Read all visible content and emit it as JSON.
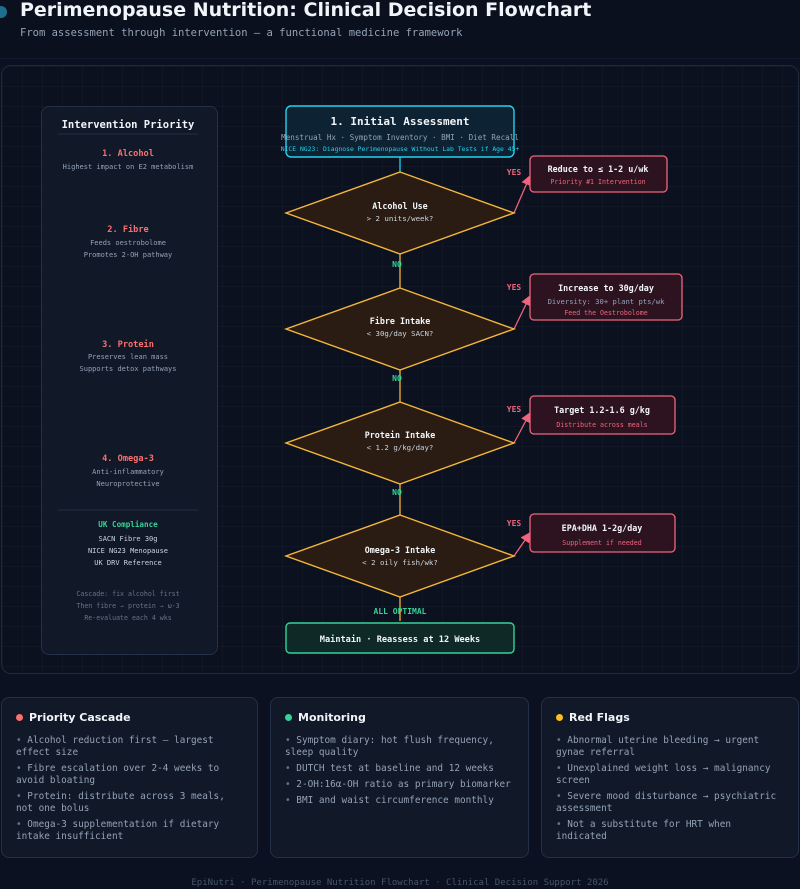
{
  "header": {
    "title": "Perimenopause Nutrition: Clinical Decision Flowchart",
    "subtitle": "From assessment through intervention — a functional medicine framework"
  },
  "priority_panel": {
    "heading": "Intervention Priority",
    "items": [
      {
        "title": "1. Alcohol",
        "lines": [
          "Highest impact on E2 metabolism"
        ]
      },
      {
        "title": "2. Fibre",
        "lines": [
          "Feeds oestrobolome",
          "Promotes 2-OH pathway"
        ]
      },
      {
        "title": "3. Protein",
        "lines": [
          "Preserves lean mass",
          "Supports detox pathways"
        ]
      },
      {
        "title": "4. Omega-3",
        "lines": [
          "Anti-inflammatory",
          "Neuroprotective"
        ]
      }
    ],
    "compliance": {
      "heading": "UK Compliance",
      "lines": [
        "SACN Fibre 30g",
        "NICE NG23 Menopause",
        "UK DRV Reference"
      ]
    },
    "cascade_note": [
      "Cascade: fix alcohol first",
      "Then fibre → protein → ω-3",
      "Re-evaluate each 4 wks"
    ]
  },
  "flow": {
    "start": {
      "title": "1. Initial Assessment",
      "line": "Menstrual Hx · Symptom Inventory · BMI · Diet Recall",
      "note": "NICE NG23: Diagnose Perimenopause Without Lab Tests if Age 45+"
    },
    "decisions": [
      {
        "title": "Alcohol Use",
        "criterion": "> 2 units/week?",
        "yes": "YES",
        "no": "NO",
        "action": {
          "title": "Reduce to ≤ 1-2 u/wk",
          "lines": [],
          "note": "Priority #1 Intervention"
        }
      },
      {
        "title": "Fibre Intake",
        "criterion": "< 30g/day SACN?",
        "yes": "YES",
        "no": "NO",
        "action": {
          "title": "Increase to 30g/day",
          "lines": [
            "Diversity: 30+ plant pts/wk"
          ],
          "note": "Feed the Oestrobolome"
        }
      },
      {
        "title": "Protein Intake",
        "criterion": "< 1.2 g/kg/day?",
        "yes": "YES",
        "no": "NO",
        "action": {
          "title": "Target 1.2-1.6 g/kg",
          "lines": [],
          "note": "Distribute across meals"
        }
      },
      {
        "title": "Omega-3 Intake",
        "criterion": "< 2 oily fish/wk?",
        "yes": "YES",
        "no": "ALL OPTIMAL",
        "action": {
          "title": "EPA+DHA 1-2g/day",
          "lines": [],
          "note": "Supplement if needed"
        }
      }
    ],
    "end": {
      "title": "Maintain · Reassess at 12 Weeks"
    }
  },
  "cards": [
    {
      "title": "Priority Cascade",
      "color": "#f87171",
      "items": [
        "Alcohol reduction first — largest effect size",
        "Fibre escalation over 2-4 weeks to avoid bloating",
        "Protein: distribute across 3 meals, not one bolus",
        "Omega-3 supplementation if dietary intake insufficient"
      ]
    },
    {
      "title": "Monitoring",
      "color": "#34d399",
      "items": [
        "Symptom diary: hot flush frequency, sleep quality",
        "DUTCH test at baseline and 12 weeks",
        "2-OH:16α-OH ratio as primary biomarker",
        "BMI and waist circumference monthly"
      ]
    },
    {
      "title": "Red Flags",
      "color": "#fbbf24",
      "items": [
        "Abnormal uterine bleeding → urgent gynae referral",
        "Unexplained weight loss → malignancy screen",
        "Severe mood disturbance → psychiatric assessment",
        "Not a substitute for HRT when indicated"
      ]
    }
  ],
  "footer": "EpiNutri · Perimenopause Nutrition Flowchart · Clinical Decision Support 2026",
  "colors": {
    "start": "#22d3ee",
    "decision": "#f5b73b",
    "action": "#f0647d",
    "end": "#34d399",
    "priority_title": "#f87171",
    "compliance": "#34d399"
  }
}
